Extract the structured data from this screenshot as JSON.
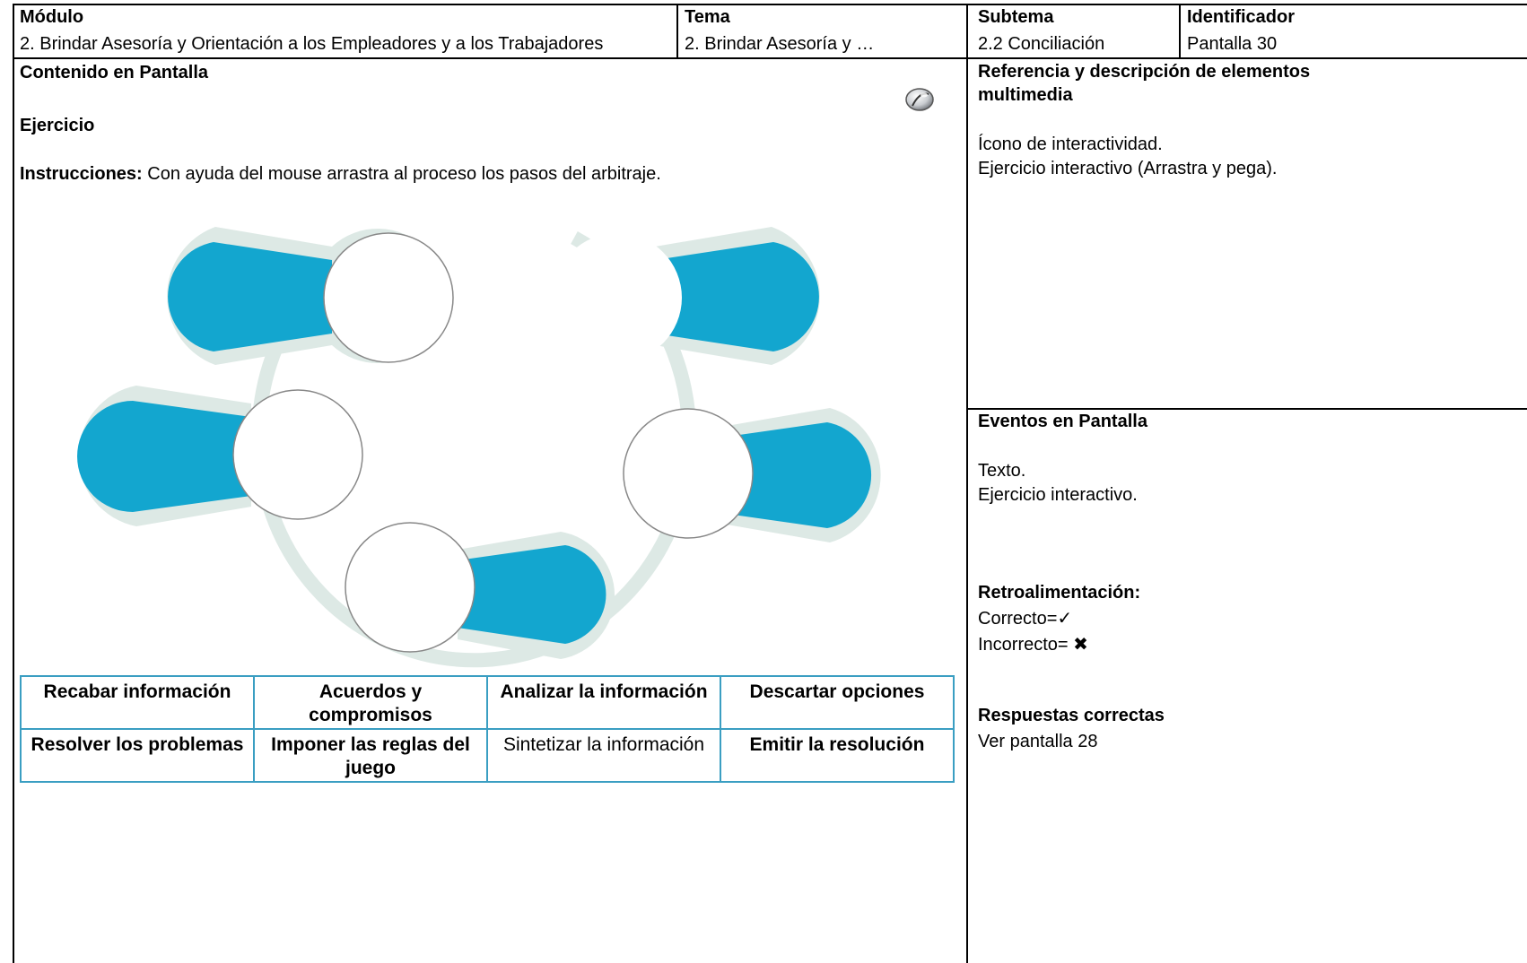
{
  "header": {
    "modulo_label": "Módulo",
    "modulo_value": "2. Brindar Asesoría y Orientación a los Empleadores y a los Trabajadores",
    "tema_label": "Tema",
    "tema_value": "2. Brindar Asesoría y …",
    "subtema_label": "Subtema",
    "subtema_value": "2.2 Conciliación",
    "identificador_label": "Identificador",
    "identificador_value": "Pantalla 30"
  },
  "content": {
    "section_title": "Contenido en Pantalla",
    "exercise_title": "Ejercicio",
    "instructions_label": "Instrucciones:",
    "instructions_text": " Con ayuda del mouse arrastra al proceso los pasos del arbitraje.",
    "diagram_color": "#13a6cf",
    "diagram_ring_color": "#dde9e5",
    "options_border_color": "#3a9ec2",
    "options": [
      [
        "Recabar información",
        "Acuerdos y compromisos",
        "Analizar la información",
        "Descartar opciones"
      ],
      [
        "Resolver los problemas",
        "Imponer las reglas del juego",
        "Sintetizar la información",
        "Emitir la resolución"
      ]
    ]
  },
  "references": {
    "title_line1": "Referencia y descripción de elementos",
    "title_line2": "multimedia",
    "item1": "Ícono de interactividad.",
    "item2": "Ejercicio interactivo (Arrastra y pega)."
  },
  "events": {
    "title": "Eventos en Pantalla",
    "item1": "Texto.",
    "item2": "Ejercicio interactivo.",
    "feedback_title": "Retroalimentación:",
    "correct": "Correcto=✓",
    "incorrect": "Incorrecto= ✖",
    "answers_title": "Respuestas correctas",
    "answers_text": "Ver pantalla 28"
  }
}
